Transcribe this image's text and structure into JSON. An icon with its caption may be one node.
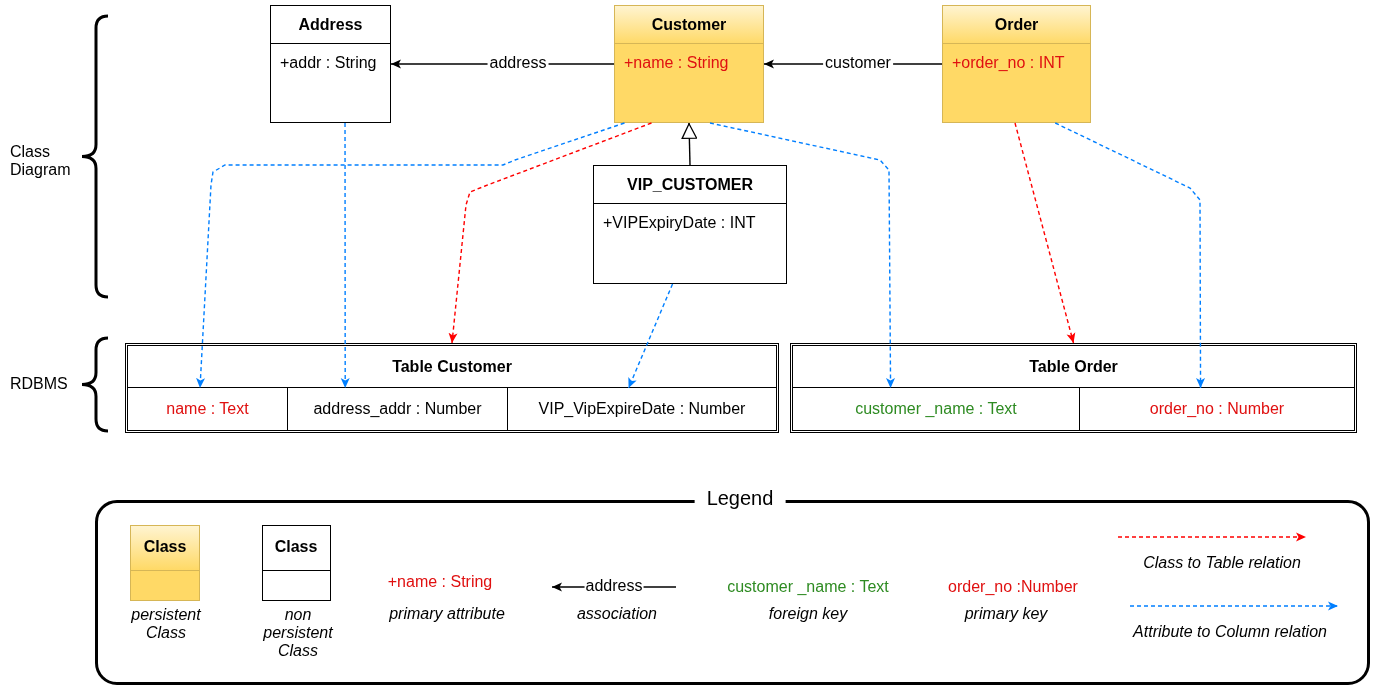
{
  "diagram": {
    "nodes": [
      {
        "text": [
          "Address",
          "+addr : String"
        ]
      },
      {
        "text": [
          "Customer",
          "+name : String"
        ]
      },
      {
        "text": [
          "Order",
          "+order_no : INT"
        ]
      },
      {
        "text": [
          "VIP_CUSTOMER",
          "+VIPExpiryDate : INT"
        ]
      },
      {
        "text": [
          "Table Customer"
        ]
      },
      {
        "text": [
          "name : Text"
        ],
        "in": 4
      },
      {
        "text": [
          "address_addr : Number"
        ],
        "in": 4
      },
      {
        "text": [
          "VIP_VipExpireDate : Number"
        ],
        "in": 4
      },
      {
        "text": [
          "Table Order"
        ]
      },
      {
        "text": [
          "customer _name : Text"
        ],
        "in": 8
      },
      {
        "text": [
          "order_no : Number"
        ],
        "in": 8
      }
    ],
    "edges": [
      {
        "from": 1,
        "to": 0,
        "arrow": "to",
        "label": "address",
        "color": "#000000"
      },
      {
        "from": 2,
        "to": 1,
        "arrow": "to",
        "label": "customer",
        "color": "#000000"
      },
      {
        "from": 3,
        "to": 1,
        "arrow": "to",
        "color": "#000000"
      },
      {
        "from": 1,
        "to": 4,
        "arrow": "to",
        "style": "dashed",
        "color": "#ff0000"
      },
      {
        "from": 1,
        "to": 5,
        "arrow": "to",
        "style": "dashed"
      },
      {
        "from": 0,
        "to": 6,
        "arrow": "to",
        "style": "dashed"
      },
      {
        "from": 3,
        "to": 7,
        "arrow": "to",
        "style": "dashed"
      },
      {
        "from": 1,
        "to": 9,
        "arrow": "to",
        "style": "dashed"
      },
      {
        "from": 2,
        "to": 8,
        "arrow": "to",
        "style": "dashed",
        "color": "#ff0000"
      },
      {
        "from": 2,
        "to": 10,
        "arrow": "to",
        "style": "dashed"
      }
    ],
    "labels": [
      "Class Diagram",
      "RDBMS",
      "Legend",
      "Class",
      "Class",
      "+name : String",
      "address",
      "customer _name : Text",
      "order_no :Number"
    ],
    "legend": [
      {
        "text": "persistent Class",
        "color": "#ffd966"
      },
      {
        "text": "non persistent Class",
        "color": "#ffffff"
      },
      {
        "text": "primary attribute"
      },
      {
        "text": "association"
      },
      {
        "text": "foreign key"
      },
      {
        "text": "primary key"
      },
      {
        "text": "Class to Table relation"
      },
      {
        "text": "Attribute to Column relation"
      }
    ]
  }
}
